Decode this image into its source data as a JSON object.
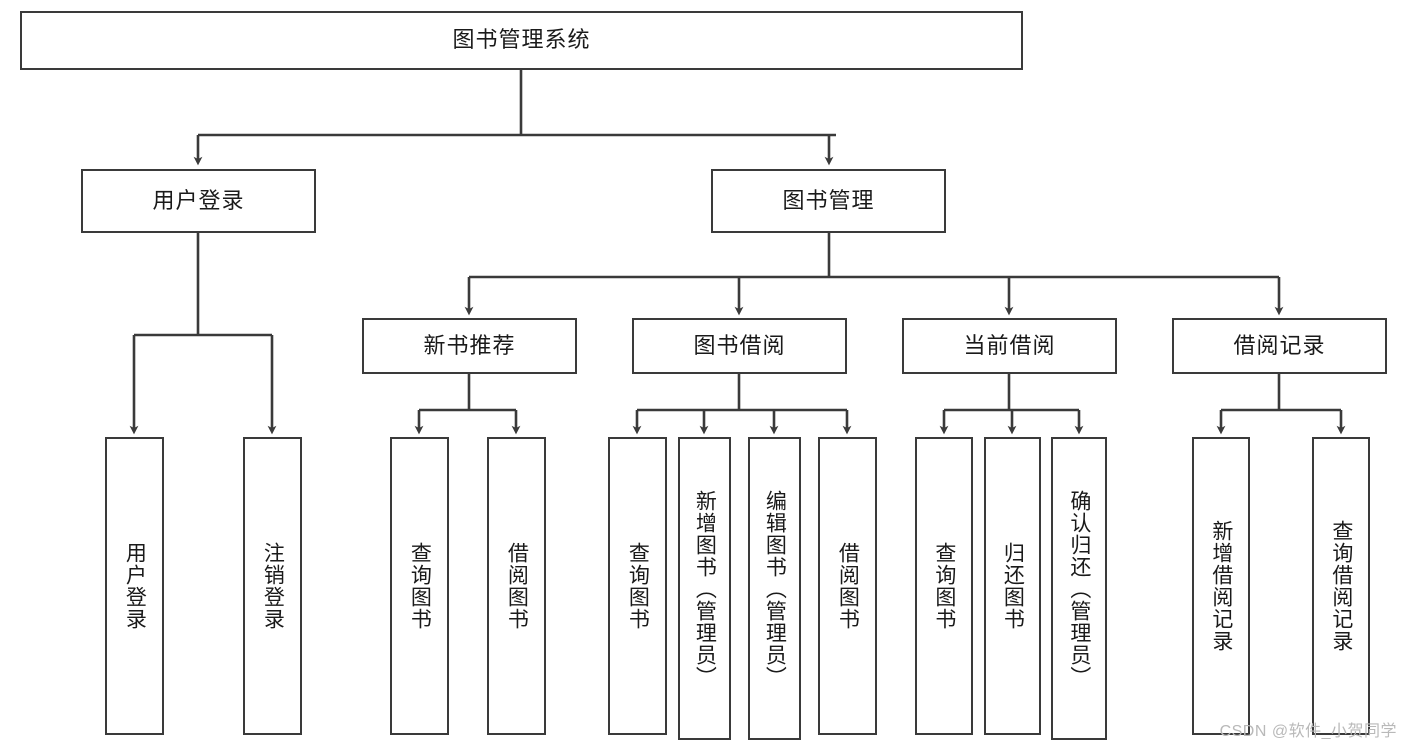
{
  "diagram": {
    "title": "图书管理系统",
    "type": "hierarchy-tree",
    "watermark": "CSDN @软件_小贺同学",
    "colors": {
      "border": "#3a3a3a",
      "background": "#ffffff",
      "text": "#1a1a1a",
      "watermark": "#b9b9b9"
    },
    "root": {
      "label": "图书管理系统"
    },
    "level2": [
      {
        "id": "user-login",
        "label": "用户登录"
      },
      {
        "id": "book-manage",
        "label": "图书管理"
      }
    ],
    "level3": [
      {
        "id": "new-book-rec",
        "label": "新书推荐"
      },
      {
        "id": "book-borrow",
        "label": "图书借阅"
      },
      {
        "id": "current-borrow",
        "label": "当前借阅"
      },
      {
        "id": "borrow-record",
        "label": "借阅记录"
      }
    ],
    "leaves": {
      "user_login": [
        {
          "id": "leaf-user-login",
          "label": "用户登录"
        },
        {
          "id": "leaf-logout",
          "label": "注销登录"
        }
      ],
      "new_book_rec": [
        {
          "id": "leaf-query-book-1",
          "label": "查询图书"
        },
        {
          "id": "leaf-borrow-book-1",
          "label": "借阅图书"
        }
      ],
      "book_borrow": [
        {
          "id": "leaf-query-book-2",
          "label": "查询图书"
        },
        {
          "id": "leaf-add-book",
          "label": "新增图书（管理员）"
        },
        {
          "id": "leaf-edit-book",
          "label": "编辑图书（管理员）"
        },
        {
          "id": "leaf-borrow-book-2",
          "label": "借阅图书"
        }
      ],
      "current_borrow": [
        {
          "id": "leaf-query-book-3",
          "label": "查询图书"
        },
        {
          "id": "leaf-return-book",
          "label": "归还图书"
        },
        {
          "id": "leaf-confirm-return",
          "label": "确认归还（管理员）"
        }
      ],
      "borrow_record": [
        {
          "id": "leaf-add-record",
          "label": "新增借阅记录"
        },
        {
          "id": "leaf-query-record",
          "label": "查询借阅记录"
        }
      ]
    }
  }
}
